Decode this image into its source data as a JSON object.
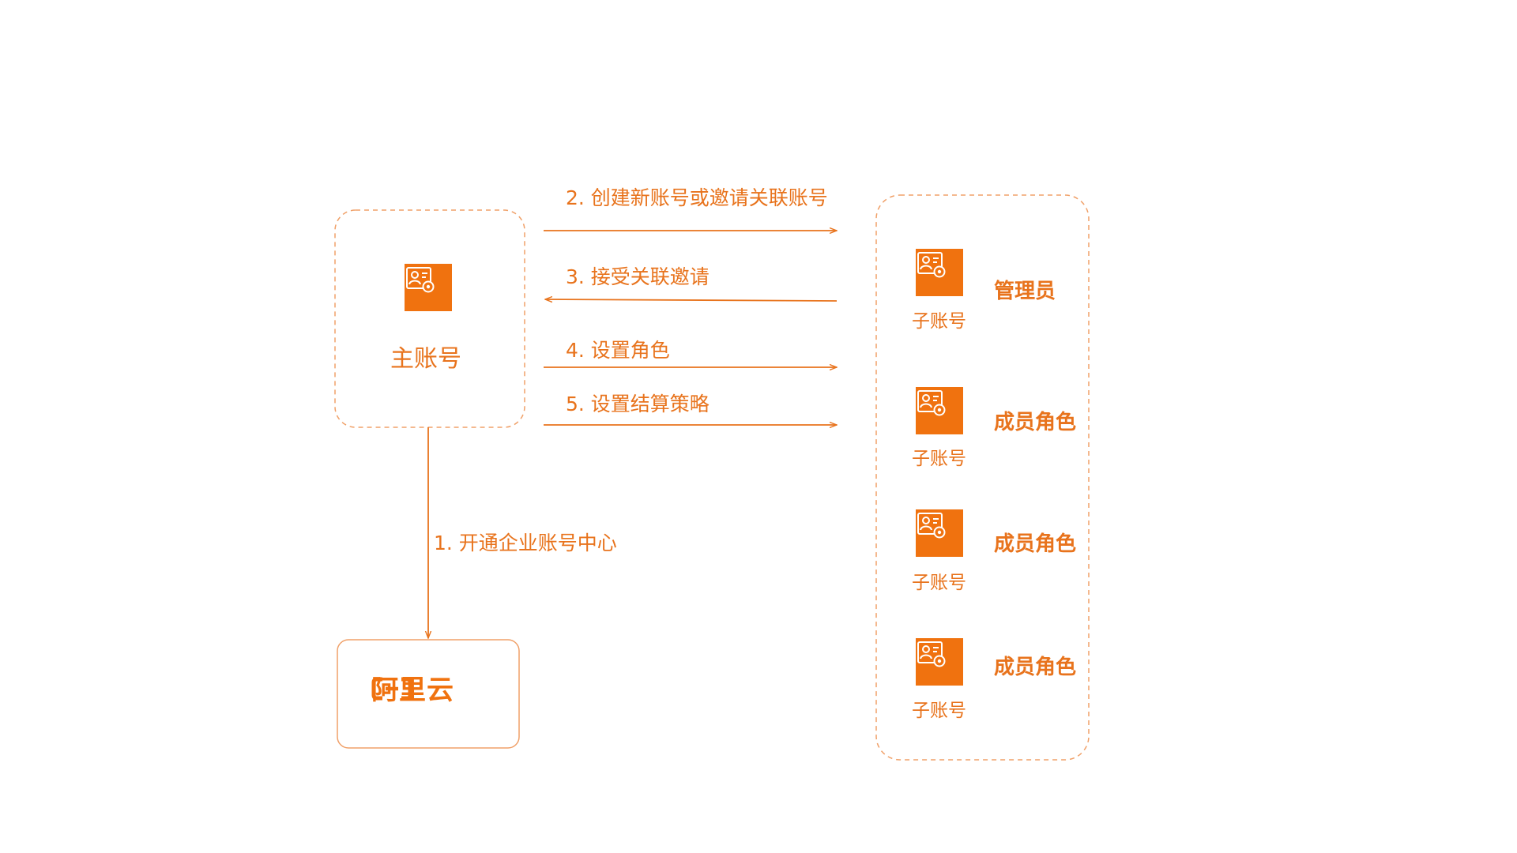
{
  "colors": {
    "accent": "#f0720f",
    "label": "#e8731c",
    "box_border": "#f0a068"
  },
  "main_account": {
    "icon": "account-settings-icon",
    "label": "主账号"
  },
  "platform": {
    "icon": "aliyun-logo-icon",
    "label": "阿里云"
  },
  "steps": {
    "step1": "1. 开通企业账号中心",
    "step2": "2.  创建新账号或邀请关联账号",
    "step3": "3. 接受关联邀请",
    "step4": "4. 设置角色",
    "step5": "5. 设置结算策略"
  },
  "sub_accounts": [
    {
      "icon": "account-settings-icon",
      "label": "子账号",
      "role": "管理员"
    },
    {
      "icon": "account-settings-icon",
      "label": "子账号",
      "role": "成员角色"
    },
    {
      "icon": "account-settings-icon",
      "label": "子账号",
      "role": "成员角色"
    },
    {
      "icon": "account-settings-icon",
      "label": "子账号",
      "role": "成员角色"
    }
  ]
}
